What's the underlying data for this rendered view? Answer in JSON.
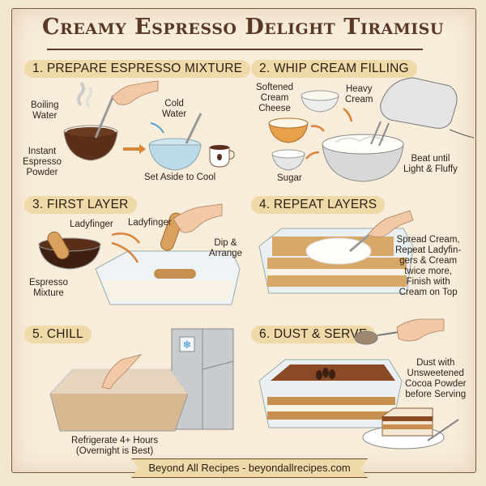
{
  "title": "Creamy Espresso Delight Tiramisu",
  "steps": [
    {
      "number": 1,
      "heading": "1. PREPARE ESPRESSO MIXTURE",
      "labels": {
        "boiling_water": "Boiling\nWater",
        "instant_espresso": "Instant\nEspresso\nPowder",
        "cold_water": "Cold\nWater",
        "set_aside": "Set Aside to Cool"
      }
    },
    {
      "number": 2,
      "heading": "2. WHIP CREAM FILLING",
      "labels": {
        "cream_cheese": "Softened\nCream\nCheese",
        "heavy_cream": "Heavy\nCream",
        "sugar": "Sugar",
        "beat": "Beat until\nLight & Fluffy"
      }
    },
    {
      "number": 3,
      "heading": "3. FIRST LAYER",
      "labels": {
        "ladyfinger_1": "Ladyfinger",
        "ladyfinger_2": "Ladyfinger",
        "espresso_mixture": "Espresso\nMixture",
        "dip_arrange": "Dip &\nArrange"
      }
    },
    {
      "number": 4,
      "heading": "4. REPEAT LAYERS",
      "labels": {
        "instructions": "Spread Cream,\nRepeat Ladyfin-\ngers & Cream\ntwice more,\nFinish with\nCream on Top"
      }
    },
    {
      "number": 5,
      "heading": "5. CHILL",
      "labels": {
        "refrigerate": "Refrigerate 4+ Hours\n(Overnight is Best)"
      }
    },
    {
      "number": 6,
      "heading": "6. DUST & SERVE",
      "labels": {
        "dust": "Dust with\nUnsweetened\nCocoa Powder\nbefore Serving"
      }
    }
  ],
  "footer": "Beyond All Recipes - beyondallrecipes.com",
  "colors": {
    "paper": "#f8eddb",
    "badge": "#f0d9a8",
    "ink": "#3a2a1e",
    "title": "#5a3826",
    "espresso": "#4a2a18",
    "arrow": "#d9843a"
  }
}
